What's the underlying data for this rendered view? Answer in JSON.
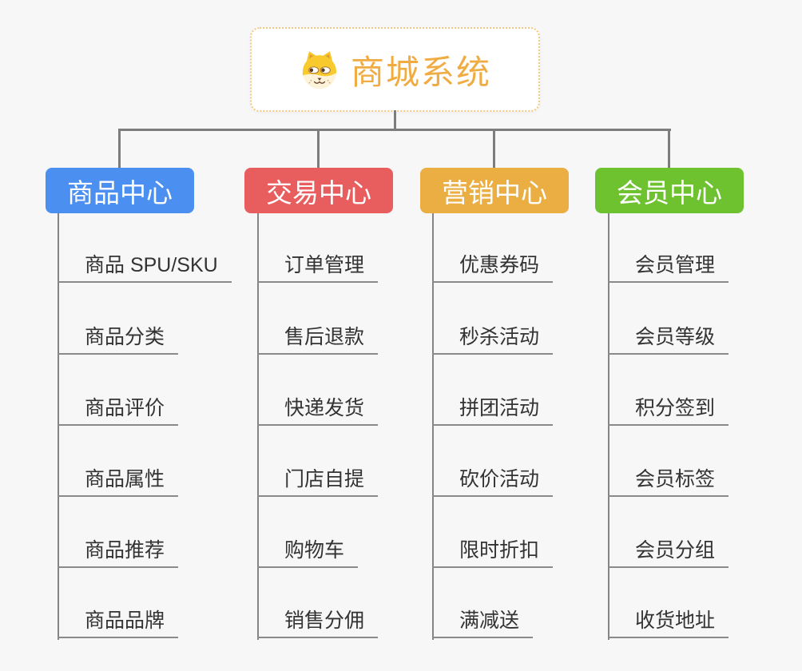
{
  "root": {
    "title": "商城系统",
    "icon": "dog-icon"
  },
  "branches": [
    {
      "id": "product-center",
      "label": "商品中心",
      "color": "#4b8ff0",
      "children": [
        "商品 SPU/SKU",
        "商品分类",
        "商品评价",
        "商品属性",
        "商品推荐",
        "商品品牌"
      ]
    },
    {
      "id": "trade-center",
      "label": "交易中心",
      "color": "#e85d5d",
      "children": [
        "订单管理",
        "售后退款",
        "快递发货",
        "门店自提",
        "购物车",
        "销售分佣"
      ]
    },
    {
      "id": "marketing-center",
      "label": "营销中心",
      "color": "#ebae42",
      "children": [
        "优惠券码",
        "秒杀活动",
        "拼团活动",
        "砍价活动",
        "限时折扣",
        "满减送"
      ]
    },
    {
      "id": "member-center",
      "label": "会员中心",
      "color": "#6ec230",
      "children": [
        "会员管理",
        "会员等级",
        "积分签到",
        "会员标签",
        "会员分组",
        "收货地址"
      ]
    }
  ],
  "colors": {
    "background": "#f7f7f7",
    "connector": "#7d7d7d",
    "underline": "#8a8a8a",
    "root_border": "#f3c87f",
    "root_text": "#f0ac43",
    "item_text": "#333333"
  }
}
